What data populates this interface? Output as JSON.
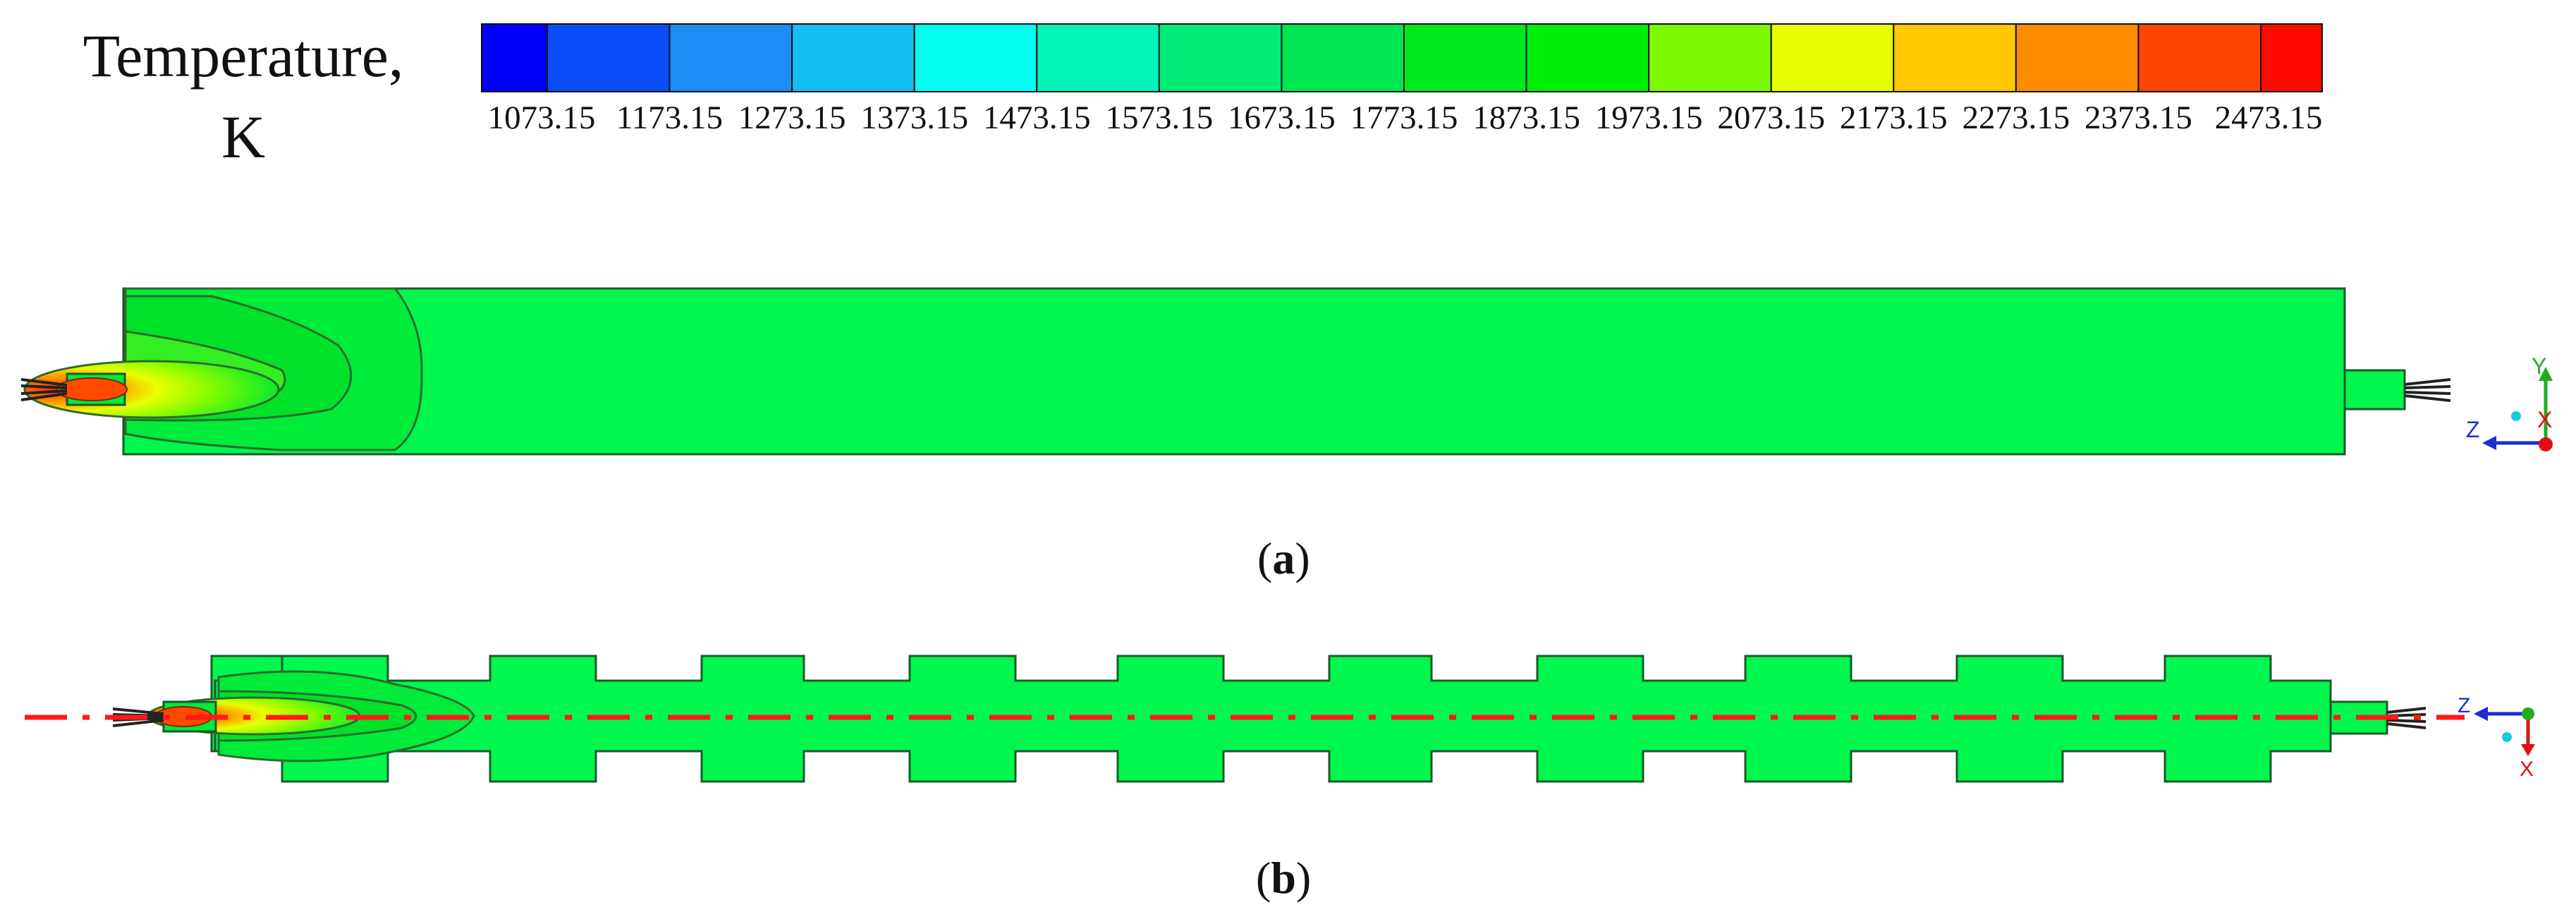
{
  "legend": {
    "title_line1": "Temperature,",
    "title_line2": "K",
    "colors": [
      "#0000ff",
      "#0a4cf5",
      "#1e8cf5",
      "#14bef0",
      "#00fff0",
      "#00f5b8",
      "#00ec78",
      "#00e650",
      "#00e81e",
      "#00ee0a",
      "#7dfa00",
      "#e6ff00",
      "#ffc800",
      "#ff8c00",
      "#ff4600",
      "#ff0a00"
    ],
    "ticks": [
      "1073.15",
      "1173.15",
      "1273.15",
      "1373.15",
      "1473.15",
      "1573.15",
      "1673.15",
      "1773.15",
      "1873.15",
      "1973.15",
      "2073.15",
      "2173.15",
      "2273.15",
      "2373.15",
      "2473.15"
    ]
  },
  "panel_a": {
    "caption_open": "(",
    "caption_letter": "a",
    "caption_close": ")",
    "axis_labels": {
      "y": "Y",
      "z": "Z",
      "x": "X"
    }
  },
  "panel_b": {
    "caption_open": "(",
    "caption_letter": "b",
    "caption_close": ")",
    "axis_labels": {
      "z": "Z",
      "x": "X"
    }
  },
  "colors": {
    "domain_fill": "#00f74e",
    "outline": "#1b5a2a",
    "centerline": "#ff1a1a",
    "axis_y": "#22aa22",
    "axis_z": "#1a2fd0",
    "axis_x": "#e01010"
  }
}
